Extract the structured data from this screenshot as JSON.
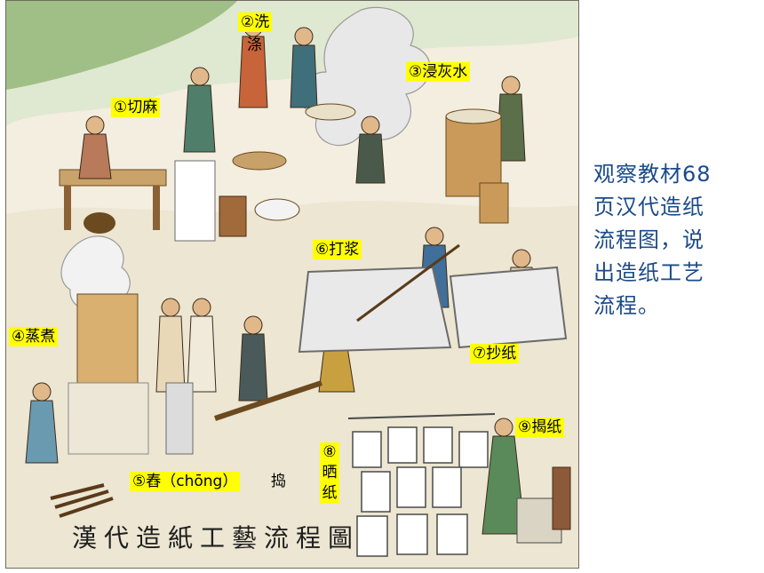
{
  "scene": {
    "caption": "漢代造紙工藝流程圖"
  },
  "steps": {
    "step1": "①切麻",
    "step2_a": "②洗",
    "step2_b": "涤",
    "step3": "③浸灰水",
    "step4": "④蒸煮",
    "step5_a": "⑤舂（chōng）",
    "step5_b": "捣",
    "step6": "⑥打浆",
    "step7": "⑦抄纸",
    "step8": [
      "⑧",
      "晒",
      "纸"
    ],
    "step9": "⑨揭纸"
  },
  "instruction": {
    "lines": [
      "观察教材68",
      "页汉代造纸",
      "流程图，说",
      "出造纸工艺",
      "流程。"
    ]
  },
  "colors": {
    "label_bg": "#ffff00",
    "instruction_text": "#1a4a8a"
  }
}
